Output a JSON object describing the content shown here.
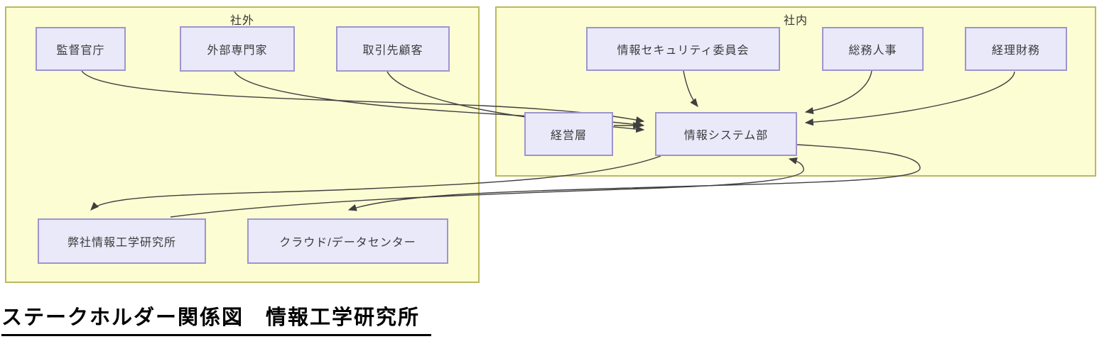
{
  "title": {
    "text": "ステークホルダー関係図　情報工学研究所"
  },
  "diagram": {
    "groups": [
      {
        "id": "external",
        "label": "社外"
      },
      {
        "id": "internal",
        "label": "社内"
      }
    ],
    "nodes": [
      {
        "id": "regulator",
        "label": "監督官庁",
        "group": "社外"
      },
      {
        "id": "external-experts",
        "label": "外部専門家",
        "group": "社外"
      },
      {
        "id": "business-partners",
        "label": "取引先顧客",
        "group": "社外"
      },
      {
        "id": "our-institute",
        "label": "弊社情報工学研究所",
        "group": "社外"
      },
      {
        "id": "cloud-datacenter",
        "label": "クラウド/データセンター",
        "group": "社外"
      },
      {
        "id": "infosec-committee",
        "label": "情報セキュリティ委員会",
        "group": "社内"
      },
      {
        "id": "general-affairs-hr",
        "label": "総務人事",
        "group": "社内"
      },
      {
        "id": "accounting-finance",
        "label": "経理財務",
        "group": "社内"
      },
      {
        "id": "management",
        "label": "経営層",
        "group": "社内"
      },
      {
        "id": "information-systems-dept",
        "label": "情報システム部",
        "group": "社内"
      }
    ],
    "edges": [
      {
        "from": "監督官庁",
        "to": "情報システム部"
      },
      {
        "from": "外部専門家",
        "to": "情報システム部"
      },
      {
        "from": "取引先顧客",
        "to": "情報システム部"
      },
      {
        "from": "経営層",
        "to": "情報システム部"
      },
      {
        "from": "情報セキュリティ委員会",
        "to": "情報システム部"
      },
      {
        "from": "総務人事",
        "to": "情報システム部"
      },
      {
        "from": "経理財務",
        "to": "情報システム部"
      },
      {
        "from": "情報システム部",
        "to": "弊社情報工学研究所"
      },
      {
        "from": "情報システム部",
        "to": "クラウド/データセンター"
      },
      {
        "from": "弊社情報工学研究所",
        "to": "情報システム部"
      }
    ]
  },
  "colors": {
    "group_fill": "#FDFDD4",
    "group_border": "#B9BA5E",
    "node_fill": "#E9E9FA",
    "node_border": "#9F94CF",
    "edge": "#3F3F3F",
    "title_text": "#000000"
  }
}
